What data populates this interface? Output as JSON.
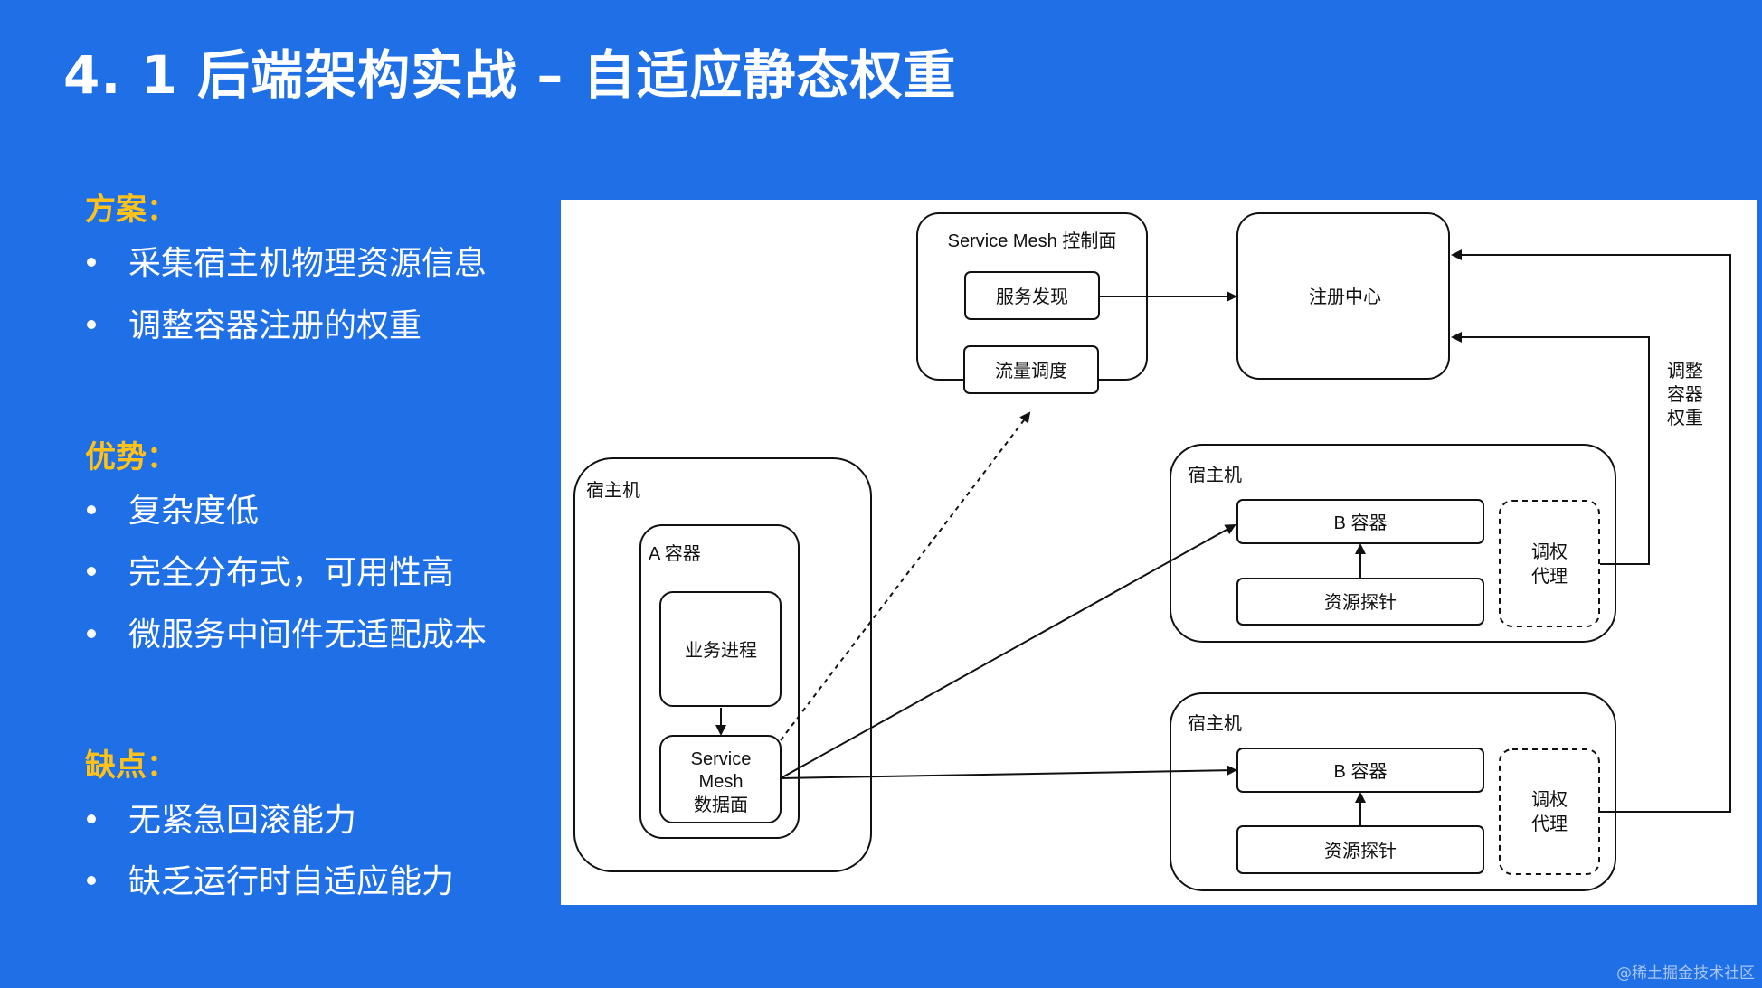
{
  "title": "4. 1  后端架构实战 – 自适应静态权重",
  "sections": [
    {
      "heading": "方案：",
      "items": [
        "采集宿主机物理资源信息",
        "调整容器注册的权重"
      ]
    },
    {
      "heading": "优势：",
      "items": [
        "复杂度低",
        "完全分布式，可用性高",
        "微服务中间件无适配成本"
      ]
    },
    {
      "heading": "缺点：",
      "items": [
        "无紧急回滚能力",
        "缺乏运行时自适应能力"
      ]
    }
  ],
  "diagram": {
    "control_plane": {
      "title": "Service Mesh 控制面",
      "discovery": "服务发现",
      "traffic": "流量调度"
    },
    "registry": "注册中心",
    "adjust_label": [
      "调整",
      "容器",
      "权重"
    ],
    "host_a": {
      "title": "宿主机",
      "container": "A 容器",
      "process": "业务进程",
      "data_plane": [
        "Service",
        "Mesh",
        "数据面"
      ]
    },
    "host_b1": {
      "title": "宿主机",
      "container": "B 容器",
      "probe": "资源探针",
      "proxy": [
        "调权",
        "代理"
      ]
    },
    "host_b2": {
      "title": "宿主机",
      "container": "B 容器",
      "probe": "资源探针",
      "proxy": [
        "调权",
        "代理"
      ]
    }
  },
  "footer_watermark": "@稀土掘金技术社区"
}
